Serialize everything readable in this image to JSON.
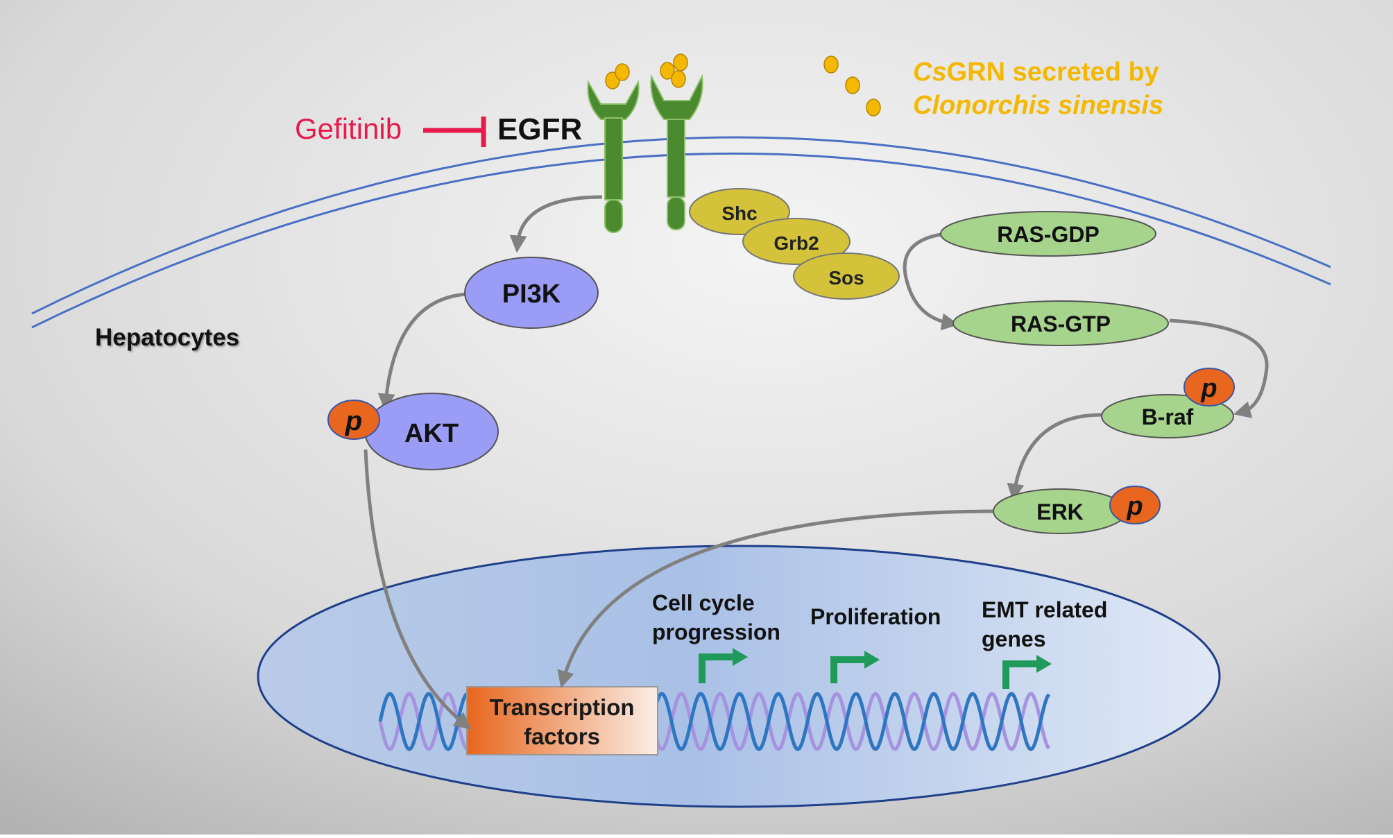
{
  "labels": {
    "gefitinib": "Gefitinib",
    "egfr": "EGFR",
    "csgrn_line1_italic": "Cs",
    "csgrn_line1_rest": "GRN secreted by",
    "csgrn_line2": "Clonorchis sinensis",
    "hepatocytes": "Hepatocytes"
  },
  "nodes": {
    "shc": "Shc",
    "grb2": "Grb2",
    "sos": "Sos",
    "ras_gdp": "RAS-GDP",
    "ras_gtp": "RAS-GTP",
    "braf": "B-raf",
    "erk": "ERK",
    "pi3k": "PI3K",
    "akt": "AKT",
    "phospho": "p"
  },
  "nucleus": {
    "transcription_line1": "Transcription",
    "transcription_line2": "factors",
    "cell_cycle_line1": "Cell cycle",
    "cell_cycle_line2": "progression",
    "proliferation": "Proliferation",
    "emt_line1": "EMT related",
    "emt_line2": "genes"
  },
  "colors": {
    "inhibitor": "#e8194b",
    "ligand": "#f5b800",
    "receptor": "#4b8a2e",
    "adaptor": "#d4c33a",
    "ras": "#a6d48c",
    "pi3k": "#9b9cf5",
    "phospho": "#e8661e",
    "membrane": "#4a6fc4",
    "promoter": "#1f9a5a"
  }
}
